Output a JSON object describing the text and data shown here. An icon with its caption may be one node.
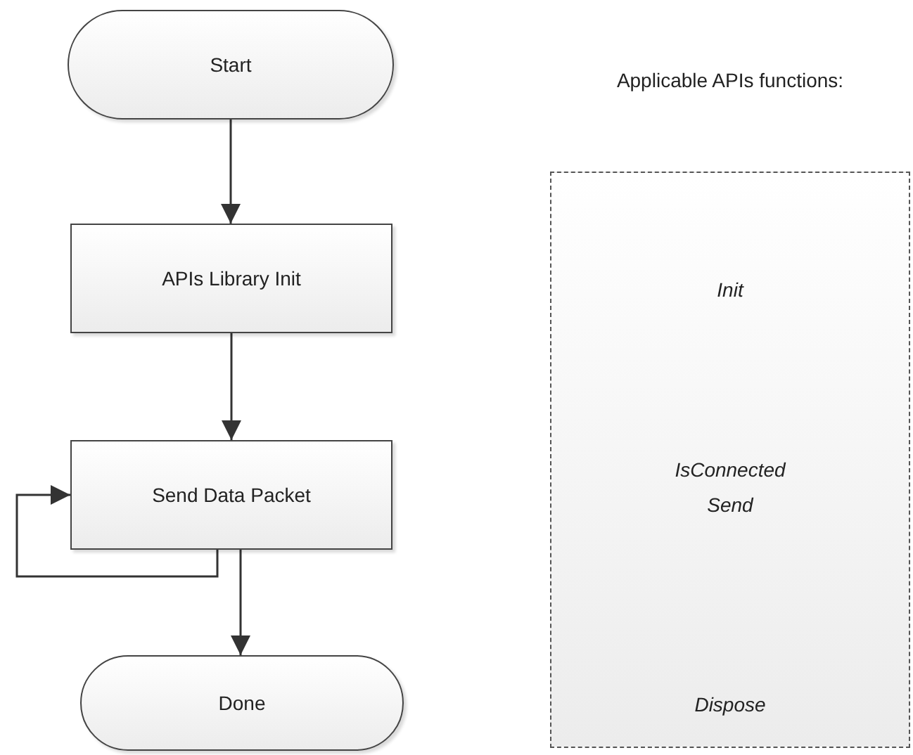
{
  "diagram": {
    "nodes": [
      {
        "text": [
          "Start"
        ]
      },
      {
        "text": [
          "APIs Library Init"
        ]
      },
      {
        "text": [
          "Send Data Packet"
        ]
      },
      {
        "text": [
          "Done"
        ]
      },
      {
        "text": [
          "Applicable APIs functions:",
          "Init",
          "IsConnected",
          "Send",
          "Dispose"
        ]
      }
    ],
    "edges": [
      {
        "from": 0,
        "to": 1,
        "arrow": "to"
      },
      {
        "from": 1,
        "to": 2,
        "arrow": "to"
      },
      {
        "from": 2,
        "to": 2,
        "arrow": "to"
      },
      {
        "from": 2,
        "to": 3,
        "arrow": "to"
      }
    ]
  }
}
